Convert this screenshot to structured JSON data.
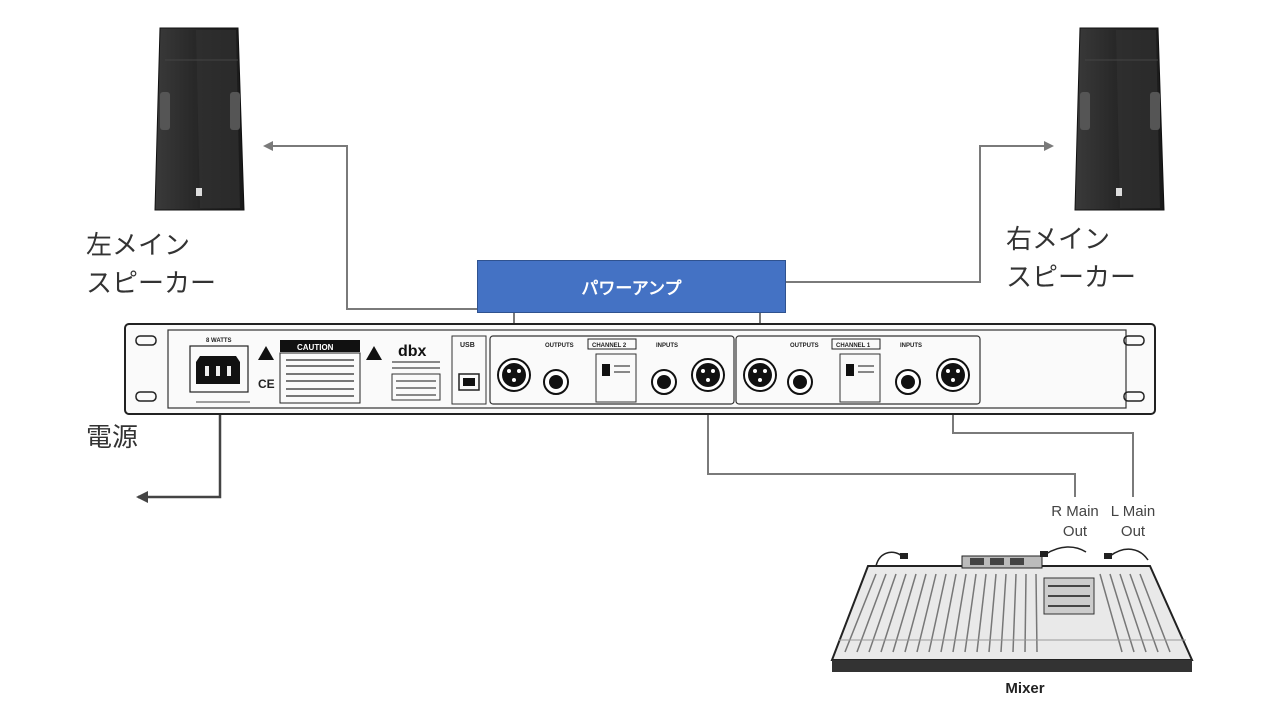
{
  "labels": {
    "left_speaker": "左メイン\nスピーカー",
    "right_speaker": "右メイン\nスピーカー",
    "power": "電源",
    "amp": "パワーアンプ",
    "r_main_out": "R Main\nOut",
    "l_main_out": "L Main\nOut",
    "mixer": "Mixer"
  },
  "rack_panel": {
    "watts": "8 WATTS",
    "caution": "CAUTION",
    "brand": "dbx",
    "usb": "USB",
    "ch2_outputs": "OUTPUTS",
    "ch2_channel": "CHANNEL 2",
    "ch2_inputs": "INPUTS",
    "ch1_outputs": "OUTPUTS",
    "ch1_channel": "CHANNEL 1",
    "ch1_inputs": "INPUTS"
  },
  "colors": {
    "amp_fill": "#4472c4",
    "line": "#7a7a7a",
    "speaker": "#2a2a2a"
  }
}
